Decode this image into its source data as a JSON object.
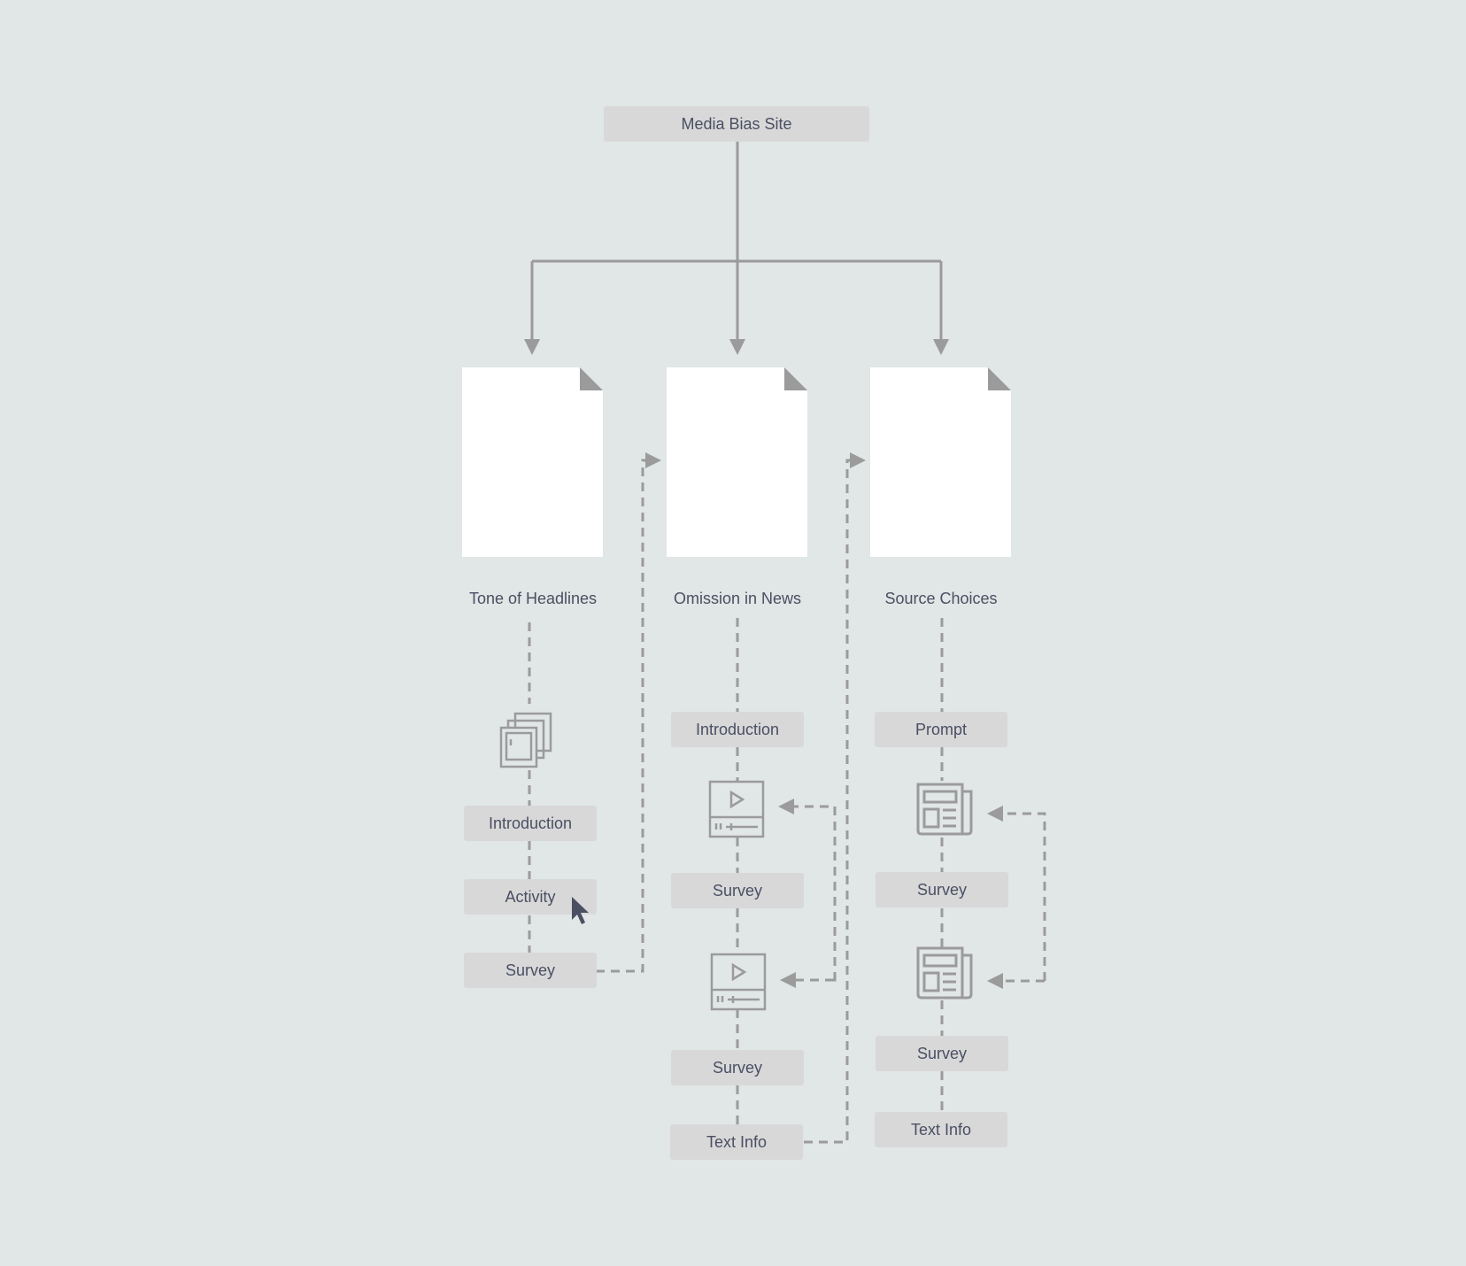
{
  "diagram": {
    "root": {
      "label": "Media Bias Site"
    },
    "sections": [
      {
        "title": "Tone of Headlines",
        "items": {
          "introduction": "Introduction",
          "activity": "Activity",
          "survey": "Survey"
        }
      },
      {
        "title": "Omission in News",
        "items": {
          "introduction": "Introduction",
          "survey_1": "Survey",
          "survey_2": "Survey",
          "text_info": "Text Info"
        }
      },
      {
        "title": "Source Choices",
        "items": {
          "prompt": "Prompt",
          "survey_1": "Survey",
          "survey_2": "Survey",
          "text_info": "Text Info"
        }
      }
    ],
    "icons": {
      "gallery": "image-stack-icon",
      "video": "video-player-icon",
      "article": "newspaper-icon",
      "cursor": "mouse-pointer-icon"
    },
    "colors": {
      "background": "#e1e6e6",
      "node": "#d8d8d9",
      "connector": "#9b9b9c",
      "text": "#4a4f62",
      "page": "#ffffff"
    }
  }
}
